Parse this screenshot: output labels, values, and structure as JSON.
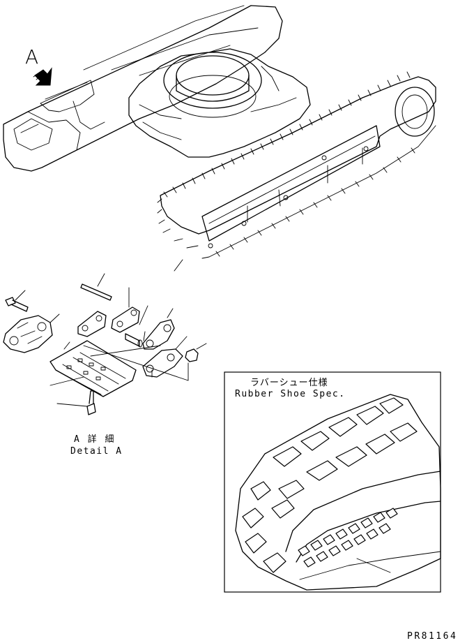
{
  "view_marker": "A",
  "detail_caption": {
    "jp": "A 詳 細",
    "en": "Detail A"
  },
  "rubber_shoe_box": {
    "title_jp": "ラバーシュー仕様",
    "title_en": "Rubber Shoe Spec."
  },
  "drawing_number": "PR81164",
  "icons": [
    "view-arrow-icon",
    "undercarriage-illustration",
    "track-link-exploded-view",
    "rubber-track-illustration"
  ]
}
